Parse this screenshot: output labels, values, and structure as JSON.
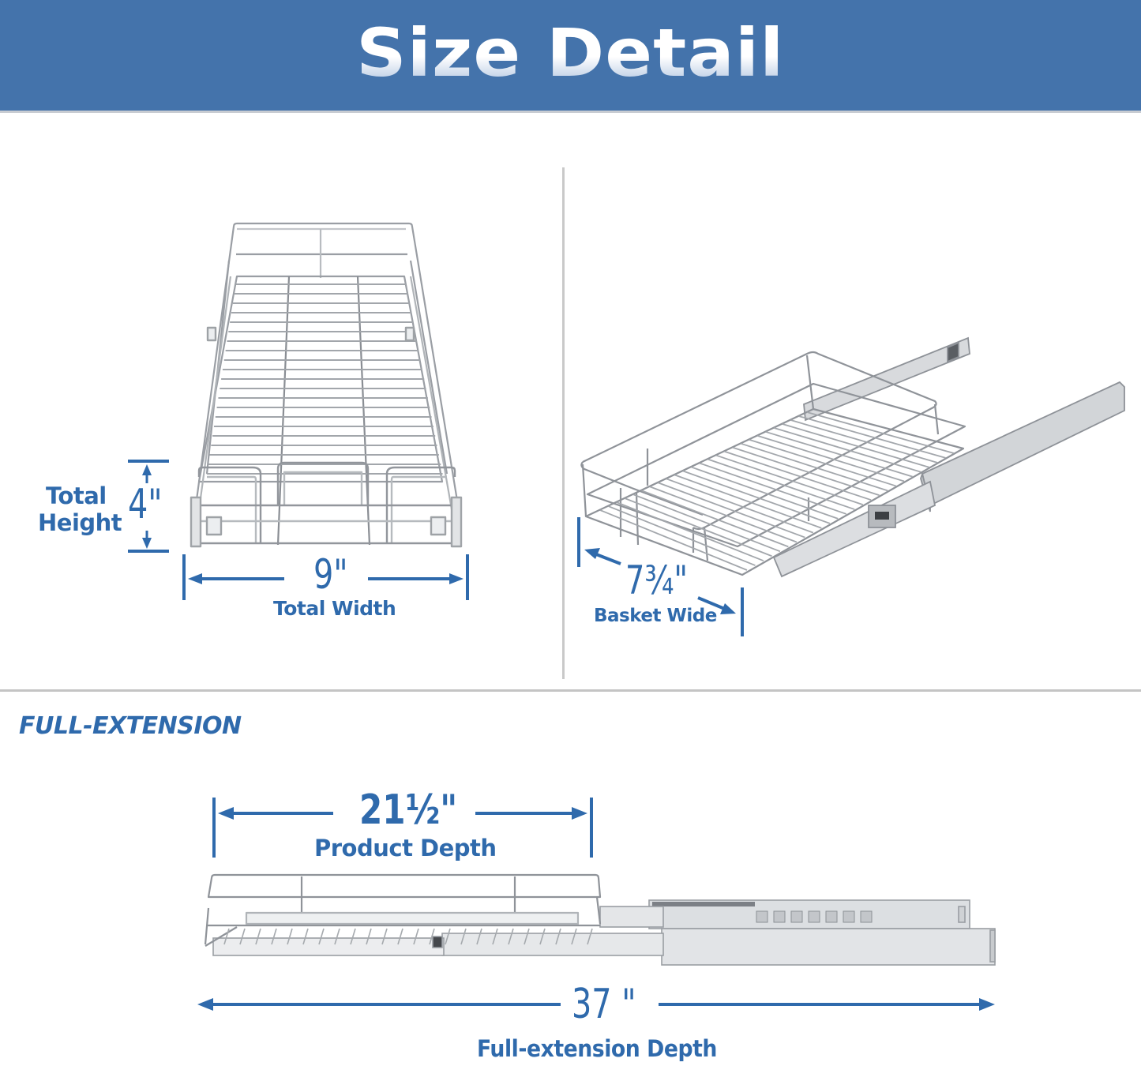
{
  "banner": {
    "title": "Size Detail",
    "background_color": "#4473ab"
  },
  "accent_color": "#2f6aac",
  "panels": {
    "front_view": {
      "height_value": "4\"",
      "height_label_line1": "Total",
      "height_label_line2": "Height",
      "width_value": "9\"",
      "width_label": "Total Width"
    },
    "angled_view": {
      "width_value": "7¾\"",
      "width_label": "Basket Wide"
    }
  },
  "full_extension": {
    "section_title": "FULL-EXTENSION",
    "product_depth_value": "21½\"",
    "product_depth_label": "Product Depth",
    "extended_depth_value": "37 \"",
    "extended_depth_label": "Full-extension Depth"
  },
  "icons": {
    "front_basket": "wire-basket-front-view-icon",
    "angled_basket": "wire-basket-angled-view-icon",
    "side_basket": "wire-basket-side-extended-icon"
  }
}
